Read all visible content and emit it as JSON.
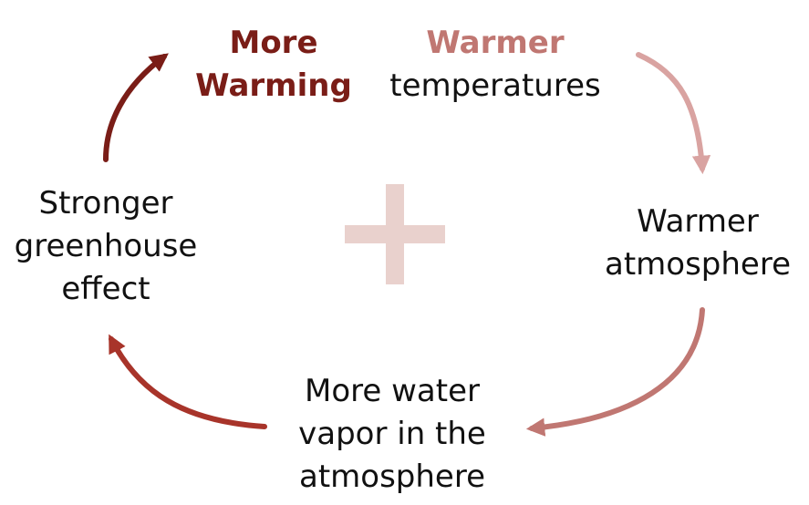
{
  "colors": {
    "dark_red": "#7a1d17",
    "brick_red": "#a8342a",
    "rose": "#c07772",
    "light_rose": "#d9a3a1",
    "plus_pale": "#e9d1cd",
    "text": "#111111"
  },
  "center_symbol": "+",
  "nodes": {
    "more_warming": {
      "line1": "More",
      "line2": "Warming"
    },
    "warmer_temperatures": {
      "line1": "Warmer",
      "line2": "temperatures"
    },
    "warmer_atmosphere": {
      "line1": "Warmer",
      "line2": "atmosphere"
    },
    "water_vapor": {
      "line1": "More water",
      "line2": "vapor in the",
      "line3": "atmosphere"
    },
    "greenhouse": {
      "line1": "Stronger",
      "line2": "greenhouse",
      "line3": "effect"
    }
  }
}
